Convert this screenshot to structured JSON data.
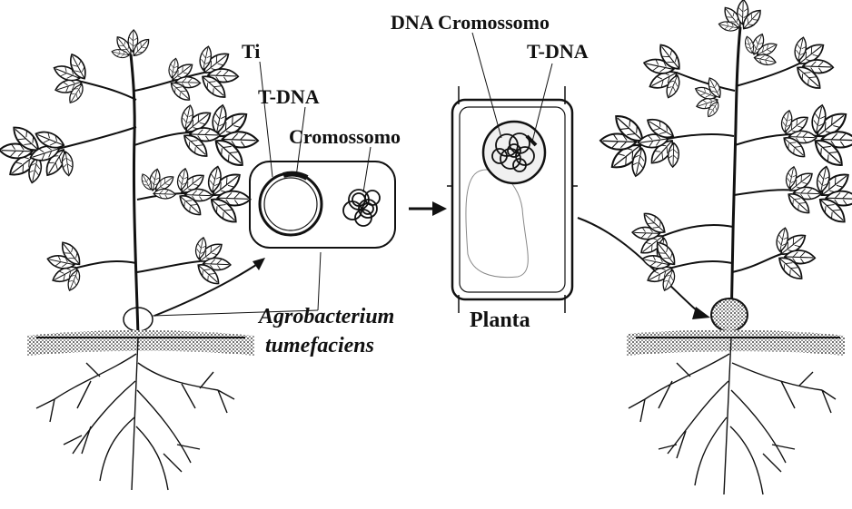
{
  "labels": {
    "ti": "Ti",
    "tdna_plasmid": "T-DNA",
    "cromossomo_bacteria": "Cromossomo",
    "dna_cromossomo": "DNA Cromossomo",
    "tdna_plant": "T-DNA",
    "agrobacterium_line1": "Agrobacterium",
    "agrobacterium_line2": "tumefaciens",
    "planta": "Planta"
  },
  "colors": {
    "ink": "#111111",
    "soil": "#1a1a1a",
    "background": "#ffffff"
  }
}
